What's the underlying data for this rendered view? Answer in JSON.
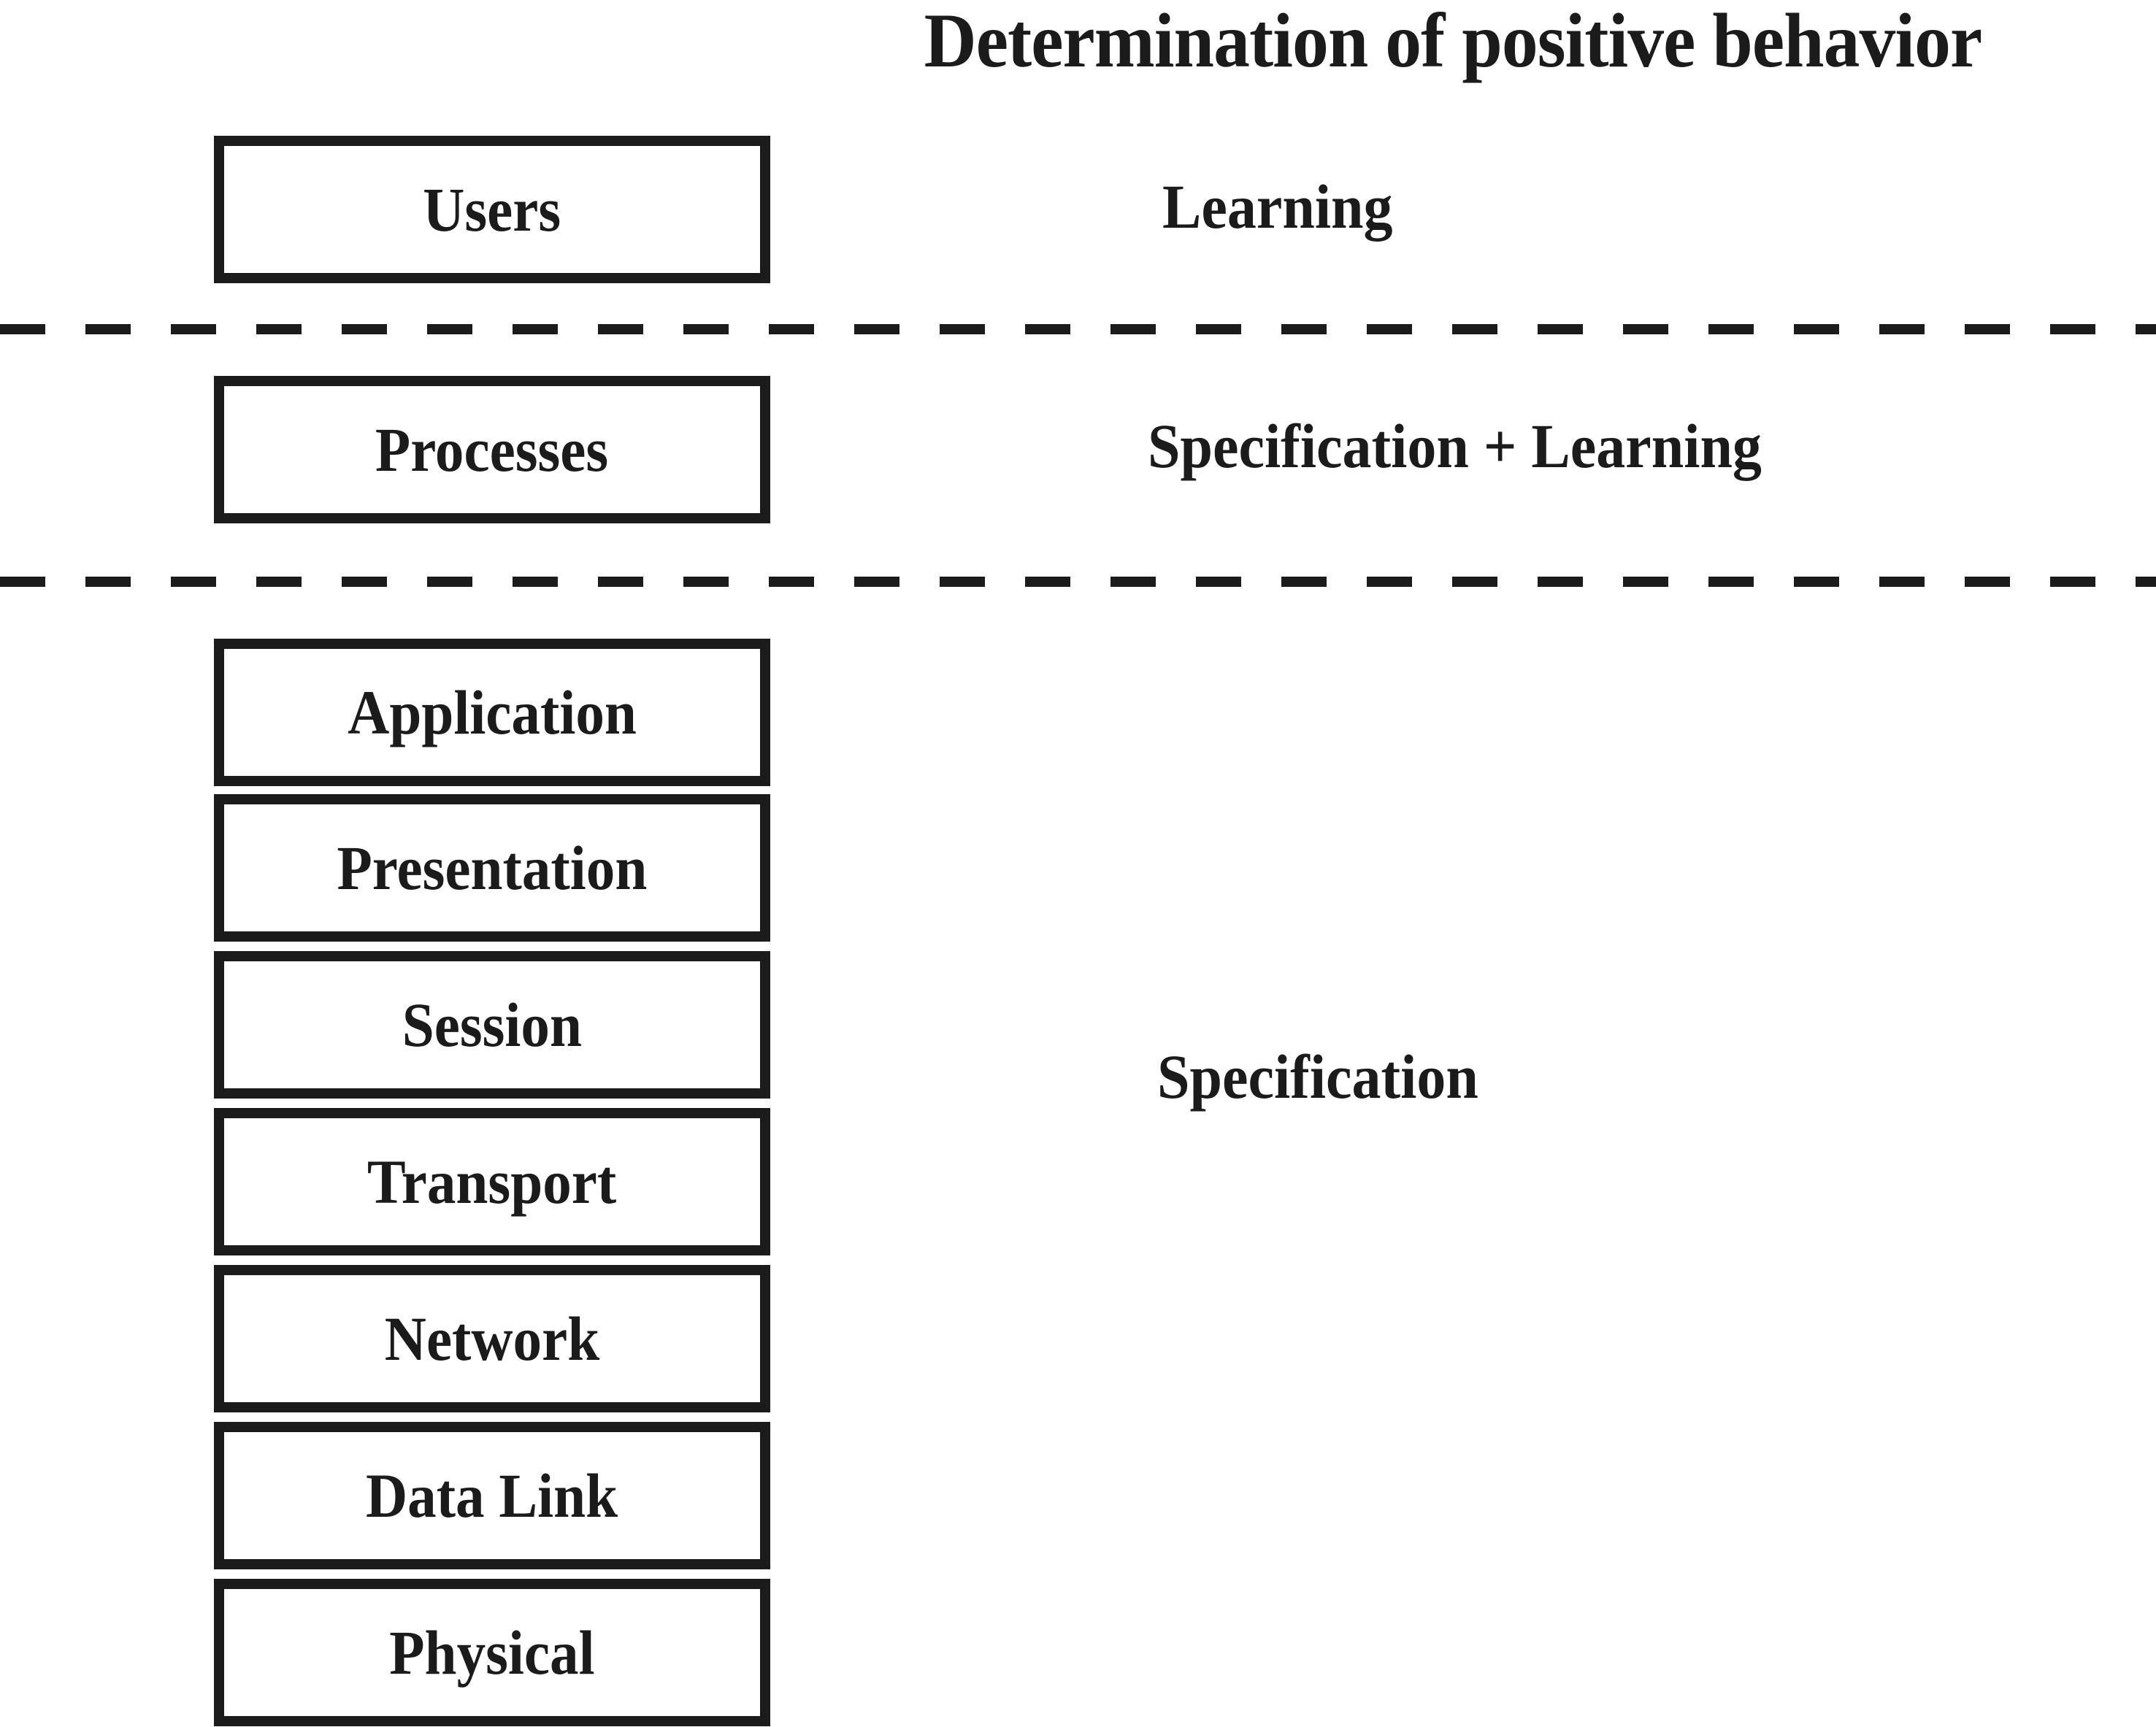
{
  "diagram": {
    "title": "Determination of positive behavior",
    "accent_color": "#1b1b1b",
    "background_color": "#ffffff",
    "stack": {
      "name": "osi-and-context-stack",
      "boxes": [
        {
          "id": "users",
          "label": "Users"
        },
        {
          "id": "processes",
          "label": "Processes"
        },
        {
          "id": "application",
          "label": "Application"
        },
        {
          "id": "presentation",
          "label": "Presentation"
        },
        {
          "id": "session",
          "label": "Session"
        },
        {
          "id": "transport",
          "label": "Transport"
        },
        {
          "id": "network",
          "label": "Network"
        },
        {
          "id": "data-link",
          "label": "Data Link"
        },
        {
          "id": "physical",
          "label": "Physical"
        }
      ]
    },
    "zones": [
      {
        "id": "zone-1",
        "label": "Learning"
      },
      {
        "id": "zone-2",
        "label": "Specification + Learning"
      },
      {
        "id": "zone-3",
        "label": "Specification"
      }
    ],
    "dividers": [
      {
        "id": "divider-1",
        "style": "dashed"
      },
      {
        "id": "divider-2",
        "style": "dashed"
      }
    ]
  }
}
